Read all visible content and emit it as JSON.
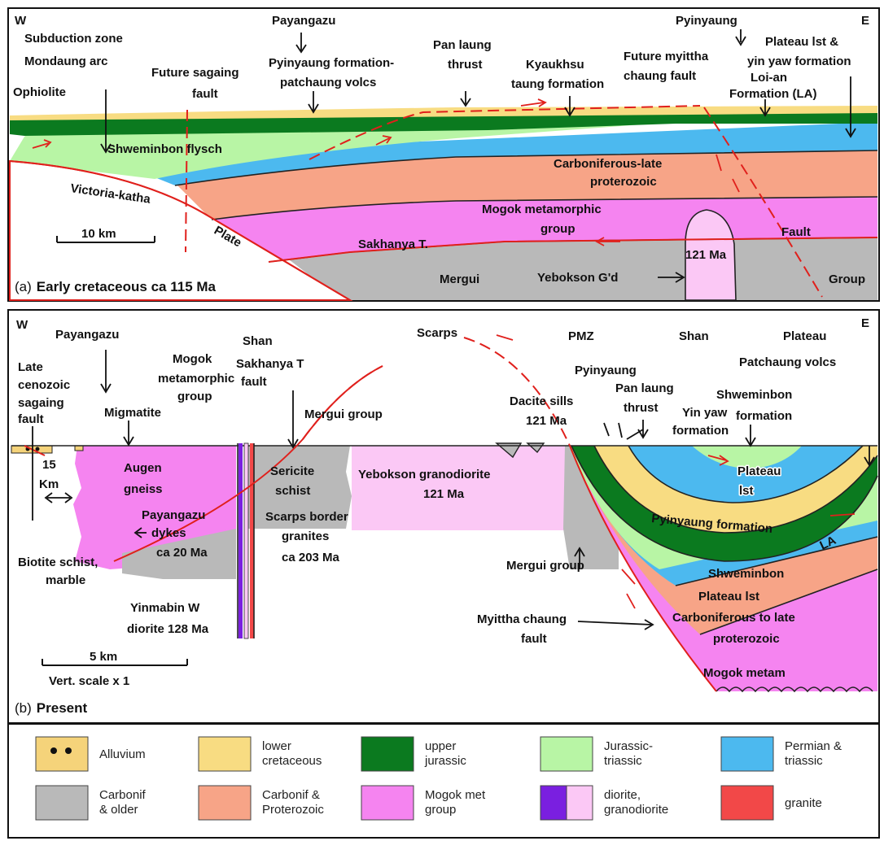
{
  "panel_a": {
    "compass_w": "W",
    "compass_e": "E",
    "caption_letter": "(a)",
    "caption_title": "Early cretaceous ca 115 Ma",
    "scale_label": "10 km",
    "labels": {
      "subduction_1": "Subduction zone",
      "subduction_2": "Mondaung arc",
      "ophiolite": "Ophiolite",
      "future_sagaing_1": "Future sagaing",
      "future_sagaing_2": "fault",
      "payangazu": "Payangazu",
      "pyinyaung_formation_1": "Pyinyaung formation-",
      "pyinyaung_formation_2": "patchaung volcs",
      "pan_laung_1": "Pan laung",
      "pan_laung_2": "thrust",
      "kyaukhsu_1": "Kyaukhsu",
      "kyaukhsu_2": "taung formation",
      "pyinyaung": "Pyinyaung",
      "future_myittha_1": "Future myittha",
      "future_myittha_2": "chaung fault",
      "plateau_1": "Plateau lst &",
      "plateau_2": "yin yaw formation",
      "loi_an_1": "Loi-an",
      "loi_an_2": "Formation (LA)",
      "shweminbon": "Shweminbon flysch",
      "carbon_1": "Carboniferous-late",
      "carbon_2": "proterozoic",
      "victoria": "Victoria-katha",
      "plate": "Plate",
      "mogok_1": "Mogok metamorphic",
      "mogok_2": "group",
      "sakhanya": "Sakhanya T.",
      "fault": "Fault",
      "age_121": "121 Ma",
      "mergui": "Mergui",
      "yebokson": "Yebokson G'd",
      "group": "Group"
    }
  },
  "panel_b": {
    "compass_w": "W",
    "compass_e": "E",
    "caption_letter": "(b)",
    "caption_title": "Present",
    "scale_label": "5 km",
    "scale_note": "Vert. scale x 1",
    "labels": {
      "payangazu": "Payangazu",
      "late_1": "Late",
      "late_2": "cenozoic",
      "late_3": "sagaing",
      "late_4": "fault",
      "mogok_1": "Mogok",
      "mogok_2": "metamorphic",
      "mogok_3": "group",
      "shan": "Shan",
      "sakhanya_1": "Sakhanya T",
      "sakhanya_2": "fault",
      "migmatite": "Migmatite",
      "mergui_group_top": "Mergui group",
      "depth_15": "15",
      "depth_km": "Km",
      "augen_1": "Augen",
      "augen_2": "gneiss",
      "sericite_1": "Sericite",
      "sericite_2": "schist",
      "yebokson_1": "Yebokson  granodiorite",
      "yebokson_2": "121 Ma",
      "payangazu_dykes_1": "Payangazu",
      "payangazu_dykes_2": "dykes",
      "payangazu_dykes_3": "ca 20 Ma",
      "scarps_border_1": "Scarps border",
      "scarps_border_2": "granites",
      "scarps_border_3": "ca 203 Ma",
      "biotite_1": "Biotite schist,",
      "biotite_2": "marble",
      "yinmabin_1": "Yinmabin W",
      "yinmabin_2": "diorite 128 Ma",
      "scarps": "Scarps",
      "pmz": "PMZ",
      "shan_right": "Shan",
      "plateau": "Plateau",
      "patchaung": "Patchaung volcs",
      "pyinyaung": "Pyinyaung",
      "dacite_1": "Dacite sills",
      "dacite_2": "121 Ma",
      "pan_laung_1": "Pan laung",
      "pan_laung_2": "thrust",
      "shweminbon_1": "Shweminbon",
      "shweminbon_2": "formation",
      "yin_yaw_1": "Yin yaw",
      "yin_yaw_2": "formation",
      "plateau_lst_1": "Plateau",
      "plateau_lst_2": "lst",
      "pyinyaung_formation": "Pyinyaung  formation",
      "la": "LA",
      "mergui_group": "Mergui group",
      "shweminbon_low": "Shweminbon",
      "plateau_lst_low": "Plateau lst",
      "carbon_1": "Carboniferous to late",
      "carbon_2": "proterozoic",
      "myittha_1": "Myittha chaung",
      "myittha_2": "fault",
      "mogok_metam": "Mogok metam"
    }
  },
  "legend": [
    {
      "label": "Alluvium",
      "color": "#f5d37a",
      "dots": true
    },
    {
      "label": "lower\ncretaceous",
      "color": "#f8dc82"
    },
    {
      "label": "upper\njurassic",
      "color": "#0b7a1f"
    },
    {
      "label": "Jurassic-\ntriassic",
      "color": "#b8f5a5"
    },
    {
      "label": "Permian &\ntriassic",
      "color": "#4cb9ef"
    },
    {
      "label": "Carbonif\n& older",
      "color": "#b9b9b9"
    },
    {
      "label": "Carbonif &\nProterozoic",
      "color": "#f7a487"
    },
    {
      "label": "Mogok met\ngroup",
      "color": "#f584f0"
    },
    {
      "label": "diorite,\ngranodiorite",
      "color": "#7a1fe0",
      "color2": "#fbc8f5"
    },
    {
      "label": "granite",
      "color": "#f24848"
    }
  ]
}
